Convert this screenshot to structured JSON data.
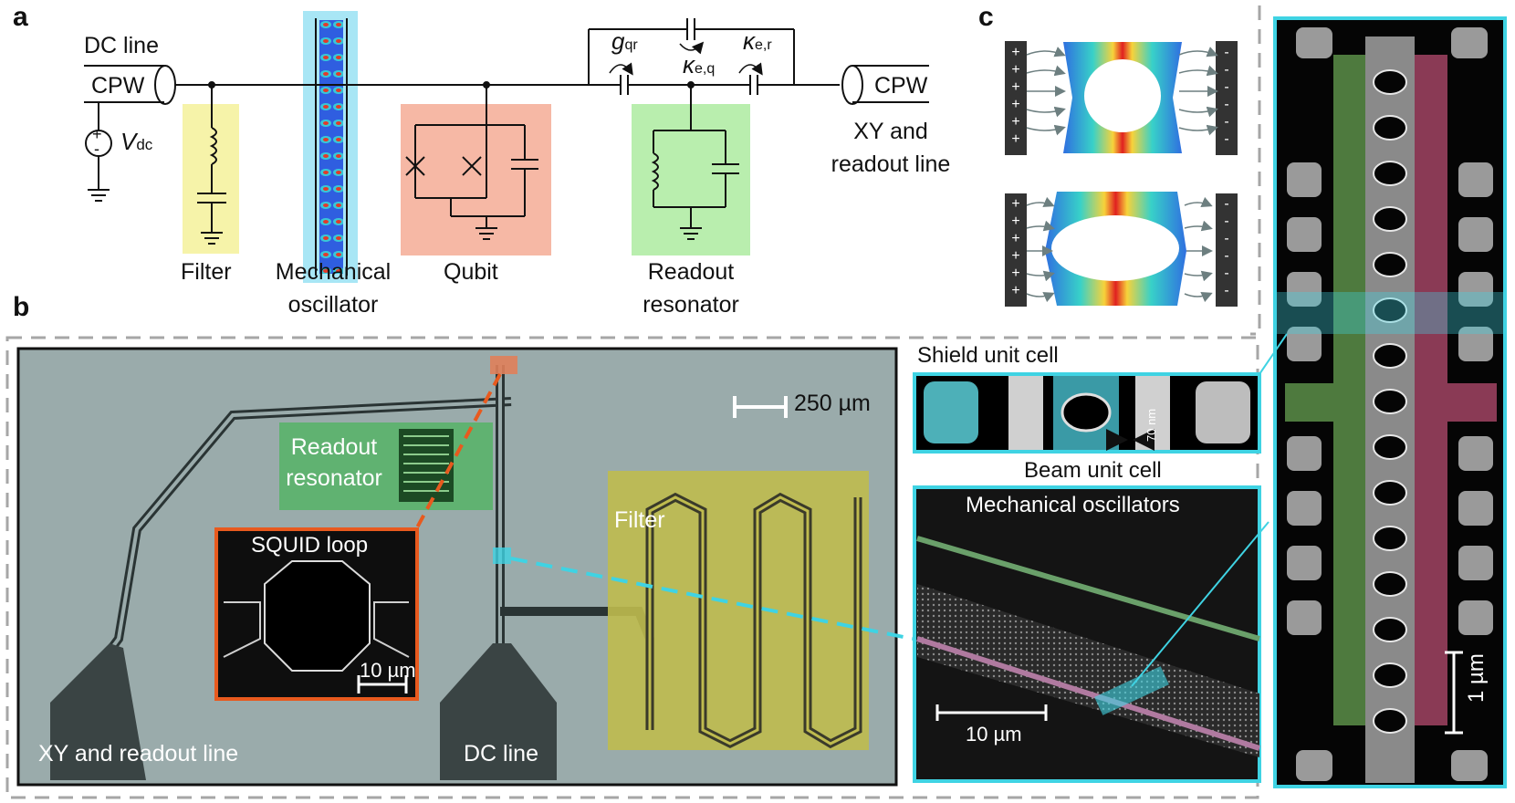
{
  "panels": {
    "a": "a",
    "b": "b",
    "c": "c"
  },
  "panel_a": {
    "dc_line": "DC line",
    "cpw_left": "CPW",
    "vdc_v": "V",
    "vdc_sub": "dc",
    "filter": "Filter",
    "mechanical_oscillator": [
      "Mechanical",
      "oscillator"
    ],
    "qubit": "Qubit",
    "readout_resonator": [
      "Readout",
      "resonator"
    ],
    "g_sym": "g",
    "g_sub": "qr",
    "kappa_eq_sym": "κ",
    "kappa_eq_sub": "e,q",
    "kappa_er_sym": "κ",
    "kappa_er_sub": "e,r",
    "cpw_right": "CPW",
    "xy_readout_line": [
      "XY and",
      "readout line"
    ]
  },
  "panel_b": {
    "scale_bar": "250 µm",
    "readout_resonator": [
      "Readout",
      "resonator"
    ],
    "squid_loop": "SQUID loop",
    "squid_scale": "10 µm",
    "filter": "Filter",
    "xy_readout_line": "XY and readout line",
    "dc_line": "DC line",
    "shield_unit_cell": "Shield unit cell",
    "gap_dimension": "70 nm",
    "beam_unit_cell": "Beam unit cell",
    "mechanical_oscillators": "Mechanical oscillators",
    "mech_scale": "10 µm"
  },
  "panel_c": {
    "scale_bar": "1 µm",
    "plus": "+",
    "minus": "-"
  },
  "colors": {
    "filter_yellow": "#f6f3a9",
    "mech_cyan": "#a8e6f5",
    "qubit_salmon": "#f6b8a5",
    "readout_green": "#b9eeae",
    "dashed_gray": "#a6a6a6",
    "cyan_frame": "#3fd3e3",
    "orange_frame": "#e85a1e"
  }
}
